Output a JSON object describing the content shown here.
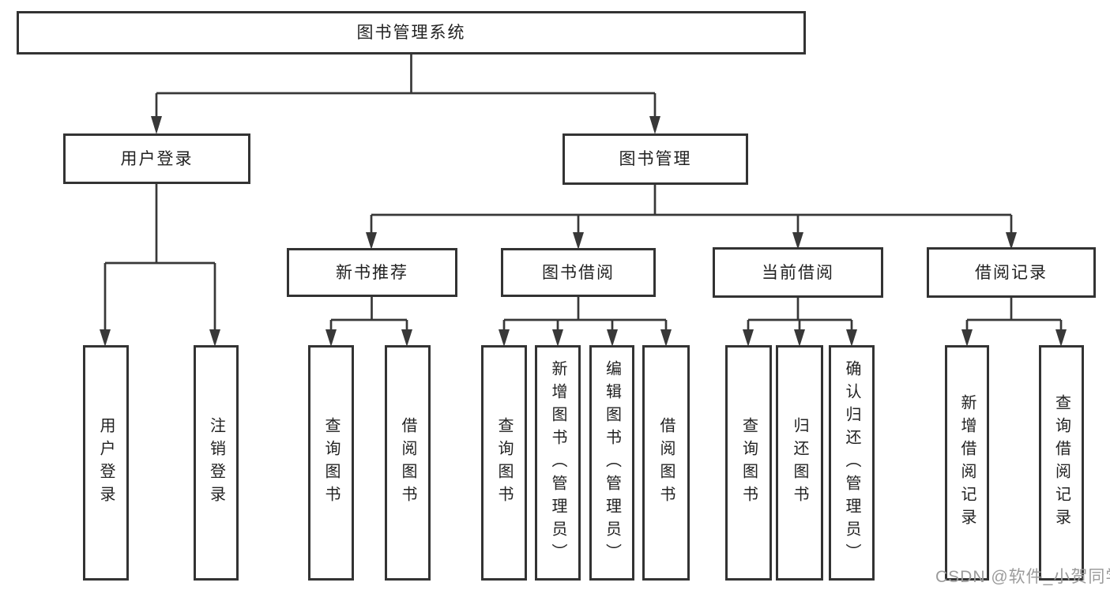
{
  "diagram": {
    "root": {
      "label": "图书管理系统"
    },
    "level2": {
      "user_login": {
        "label": "用户登录"
      },
      "book_mgmt": {
        "label": "图书管理"
      }
    },
    "level3": {
      "new_rec": {
        "label": "新书推荐"
      },
      "book_borrow": {
        "label": "图书借阅"
      },
      "current_borrow": {
        "label": "当前借阅"
      },
      "borrow_records": {
        "label": "借阅记录"
      }
    },
    "leaves": {
      "user_login": "用户登录",
      "logout": "注销登录",
      "query_book_1": "查询图书",
      "borrow_book_1": "借阅图书",
      "query_book_2": "查询图书",
      "add_book": "新增图书（管理员）",
      "edit_book": "编辑图书（管理员）",
      "borrow_book_2": "借阅图书",
      "query_book_3": "查询图书",
      "return_book": "归还图书",
      "confirm_return": "确认归还（管理员）",
      "add_record": "新增借阅记录",
      "query_record": "查询借阅记录"
    },
    "colors": {
      "line": "#383838",
      "box_border": "#333333",
      "text": "#222222",
      "watermark": "#9b9b9b",
      "background": "#ffffff"
    }
  },
  "watermark": {
    "text": "CSDN @软件_小贺同学"
  }
}
